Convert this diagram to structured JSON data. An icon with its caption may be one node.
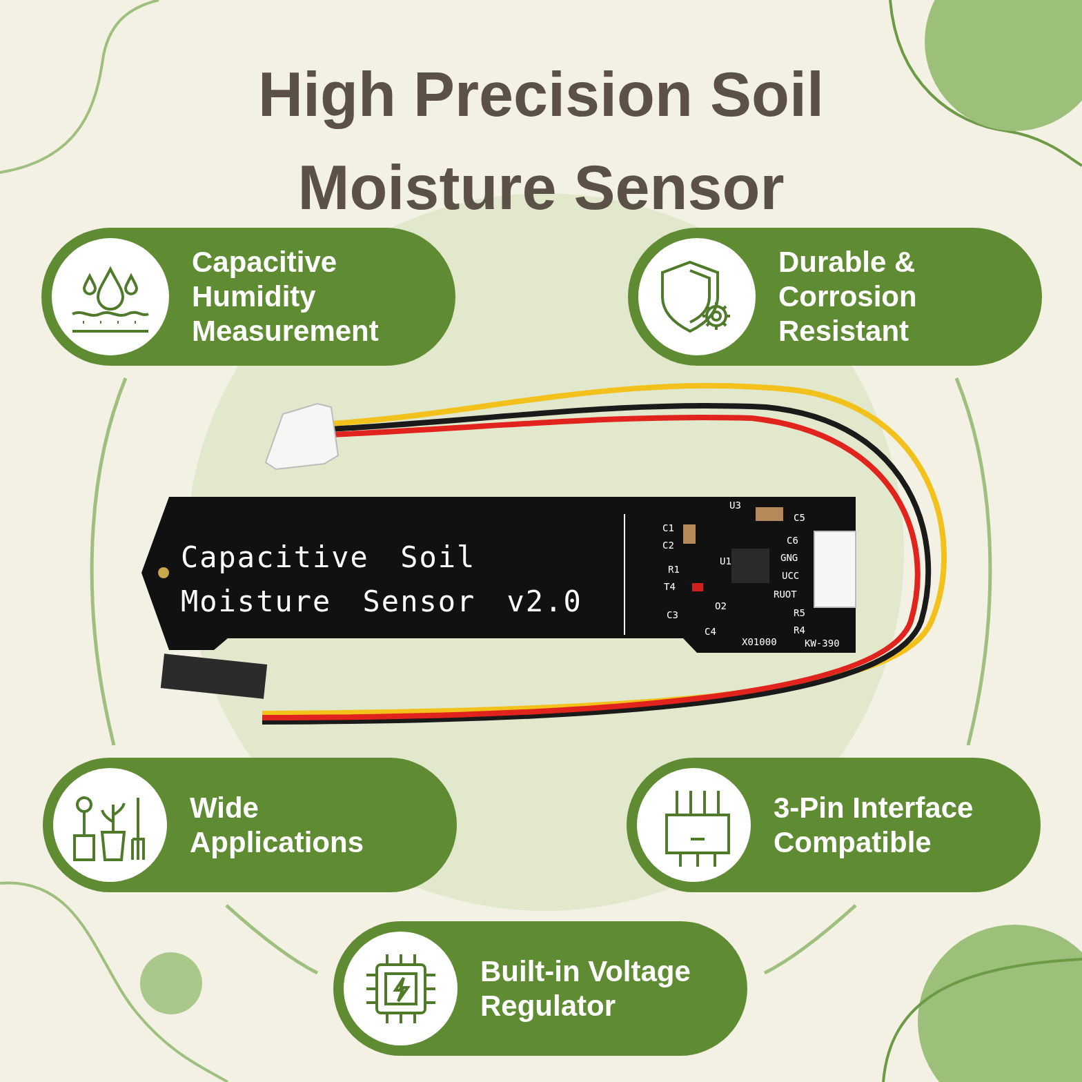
{
  "diagram": {
    "title": "High Precision Soil Moisture Sensor",
    "nodes": [
      {
        "text": [
          "Capacitive Humidity Measurement"
        ]
      },
      {
        "text": [
          "Durable & Corrosion Resistant"
        ]
      },
      {
        "text": [
          "Wide Applications"
        ]
      },
      {
        "text": [
          "3-Pin Interface Compatible"
        ]
      },
      {
        "text": [
          "Built-in Voltage Regulator"
        ]
      }
    ],
    "edges": [],
    "labels": [
      "Capacitive Soil Moisture Sensor v2.0",
      "U3",
      "C5",
      "C1",
      "C6",
      "C2",
      "U1",
      "GNG",
      "R1",
      "UCC",
      "T4",
      "RUOT",
      "O2",
      "C3",
      "R5",
      "C4",
      "R4",
      "KW-390",
      "X01000"
    ]
  }
}
